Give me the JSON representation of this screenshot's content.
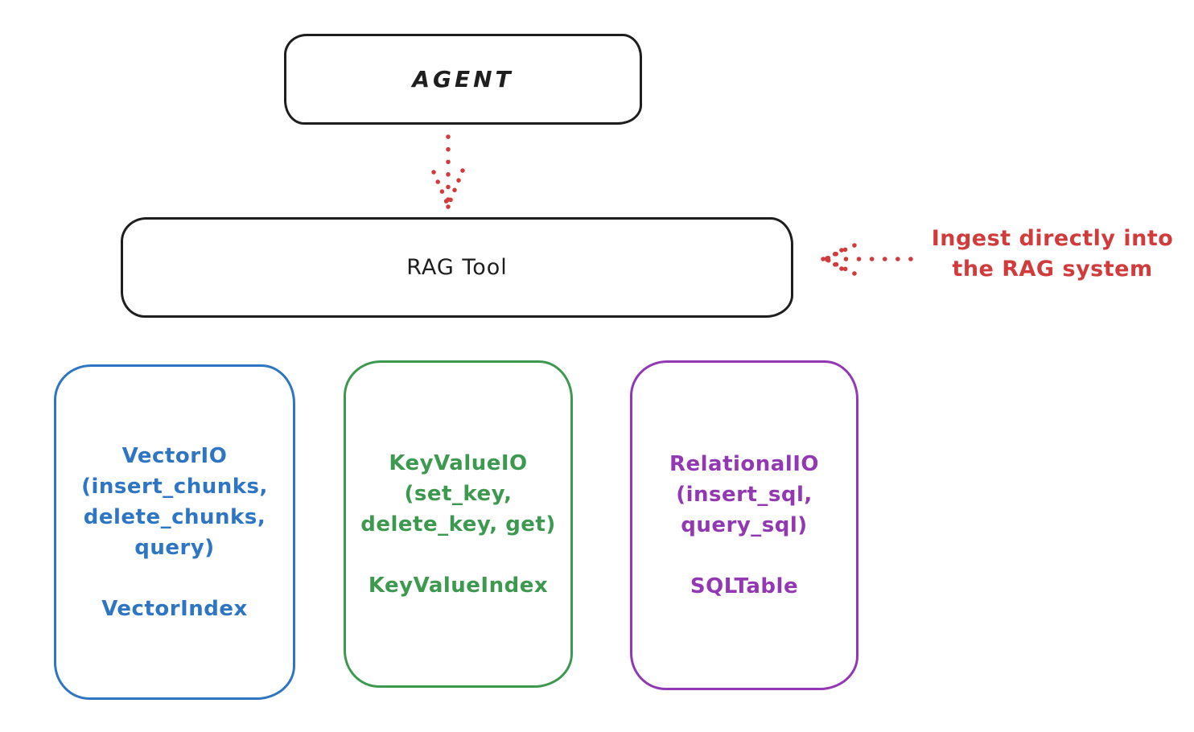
{
  "diagram": {
    "background": "#ffffff",
    "colors": {
      "stroke_black": "#1e1e1e",
      "accent_red": "#d23b3b",
      "accent_blue": "#2e75c3",
      "accent_green": "#3d9950",
      "accent_purple": "#9238b2"
    },
    "agent_box": {
      "label": "AGENT"
    },
    "rag_box": {
      "label": "RAG Tool"
    },
    "annotation": {
      "line1": "Ingest directly into",
      "line2": "the RAG system"
    },
    "arrows": {
      "agent_to_rag": {
        "style": "dotted",
        "direction": "down"
      },
      "ingest_to_rag": {
        "style": "dotted",
        "direction": "left"
      }
    },
    "io_boxes": [
      {
        "color": "#2e75c3",
        "lines": [
          "VectorIO",
          "(insert_chunks,",
          "delete_chunks,",
          "query)"
        ],
        "index_label": "VectorIndex"
      },
      {
        "color": "#3d9950",
        "lines": [
          "KeyValueIO",
          "(set_key,",
          "delete_key, get)"
        ],
        "index_label": "KeyValueIndex"
      },
      {
        "color": "#9238b2",
        "lines": [
          "RelationalIO",
          "(insert_sql,",
          "query_sql)"
        ],
        "index_label": "SQLTable"
      }
    ]
  }
}
